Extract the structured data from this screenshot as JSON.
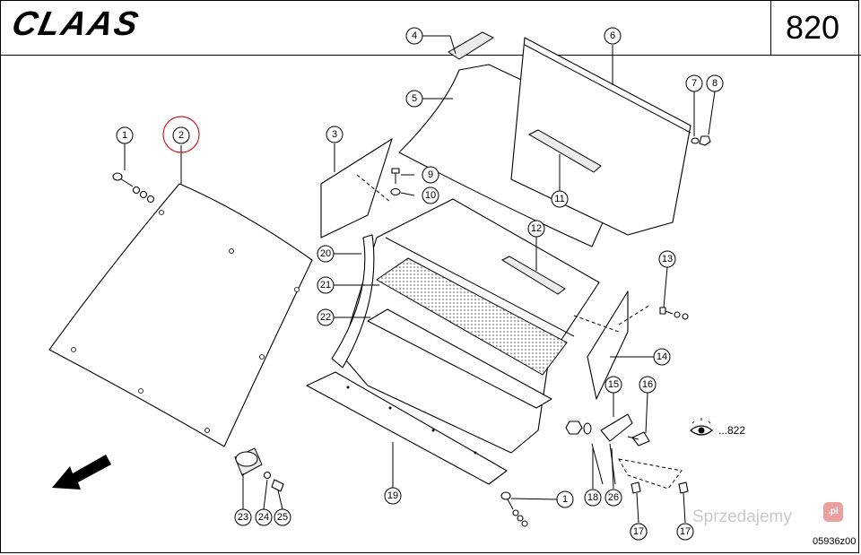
{
  "header": {
    "brand": "CLAAS",
    "page_number": "820"
  },
  "footer": {
    "drawing_code": "05936z00",
    "watermark": "Sprzedajemy",
    "watermark_badge": ".pl"
  },
  "cross_reference": {
    "text": "...822",
    "icon": "eye-icon"
  },
  "callouts": [
    "1",
    "2",
    "3",
    "4",
    "5",
    "6",
    "7",
    "8",
    "9",
    "10",
    "11",
    "12",
    "13",
    "14",
    "15",
    "16",
    "17",
    "18",
    "19",
    "20",
    "21",
    "22",
    "23",
    "24",
    "25",
    "26",
    "1",
    "17",
    "17"
  ],
  "highlight_color": "#c8202a"
}
